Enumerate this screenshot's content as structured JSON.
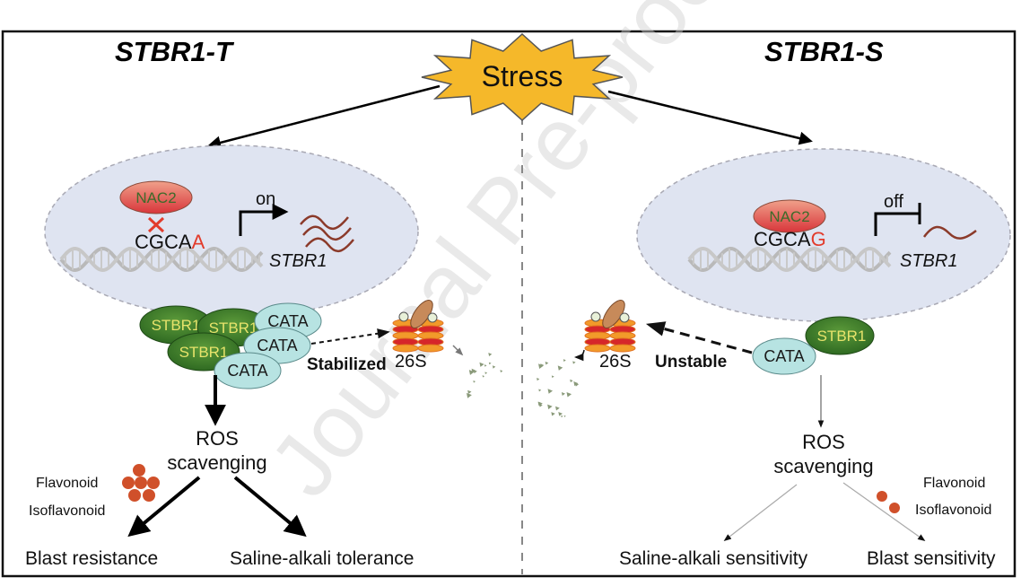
{
  "figure": {
    "watermark": "Journal Pre-proof",
    "stress_label": "Stress",
    "colors": {
      "stress_fill": "#f5b82a",
      "nucleus_fill": "#dfe4f1",
      "stbr1_fill": "#3f7f2a",
      "cata_fill": "#b7e3e2",
      "mutation_red": "#e23b2b",
      "flavonoid_dot": "#d0502a",
      "mrna": "#8b3a2a"
    },
    "left": {
      "title": "STBR1-T",
      "nac_label": "NAC2",
      "binding_blocked": true,
      "sequence_prefix": "CGCA",
      "sequence_variant": "A",
      "switch_label": "on",
      "gene_label": "STBR1",
      "complex": {
        "stbr1_labels": [
          "STBR1",
          "STBR1",
          "STBR1"
        ],
        "cata_labels": [
          "CATA",
          "CATA",
          "CATA"
        ]
      },
      "stability_label": "Stabilized",
      "proteasome_label": "26S",
      "ros_line1": "ROS",
      "ros_line2": "scavenging",
      "flavonoid_label": "Flavonoid",
      "isoflavonoid_label": "Isoflavonoid",
      "flavonoid_dot_count": 6,
      "outcomes": [
        "Blast resistance",
        "Saline-alkali tolerance"
      ]
    },
    "right": {
      "title": "STBR1-S",
      "nac_label": "NAC2",
      "sequence_prefix": "CGCA",
      "sequence_variant": "G",
      "switch_label": "off",
      "gene_label": "STBR1",
      "complex": {
        "stbr1_labels": [
          "STBR1"
        ],
        "cata_labels": [
          "CATA"
        ]
      },
      "stability_label": "Unstable",
      "proteasome_label": "26S",
      "ros_line1": "ROS",
      "ros_line2": "scavenging",
      "flavonoid_label": "Flavonoid",
      "isoflavonoid_label": "Isoflavonoid",
      "flavonoid_dot_count": 2,
      "outcomes": [
        "Saline-alkali sensitivity",
        "Blast sensitivity"
      ]
    }
  }
}
